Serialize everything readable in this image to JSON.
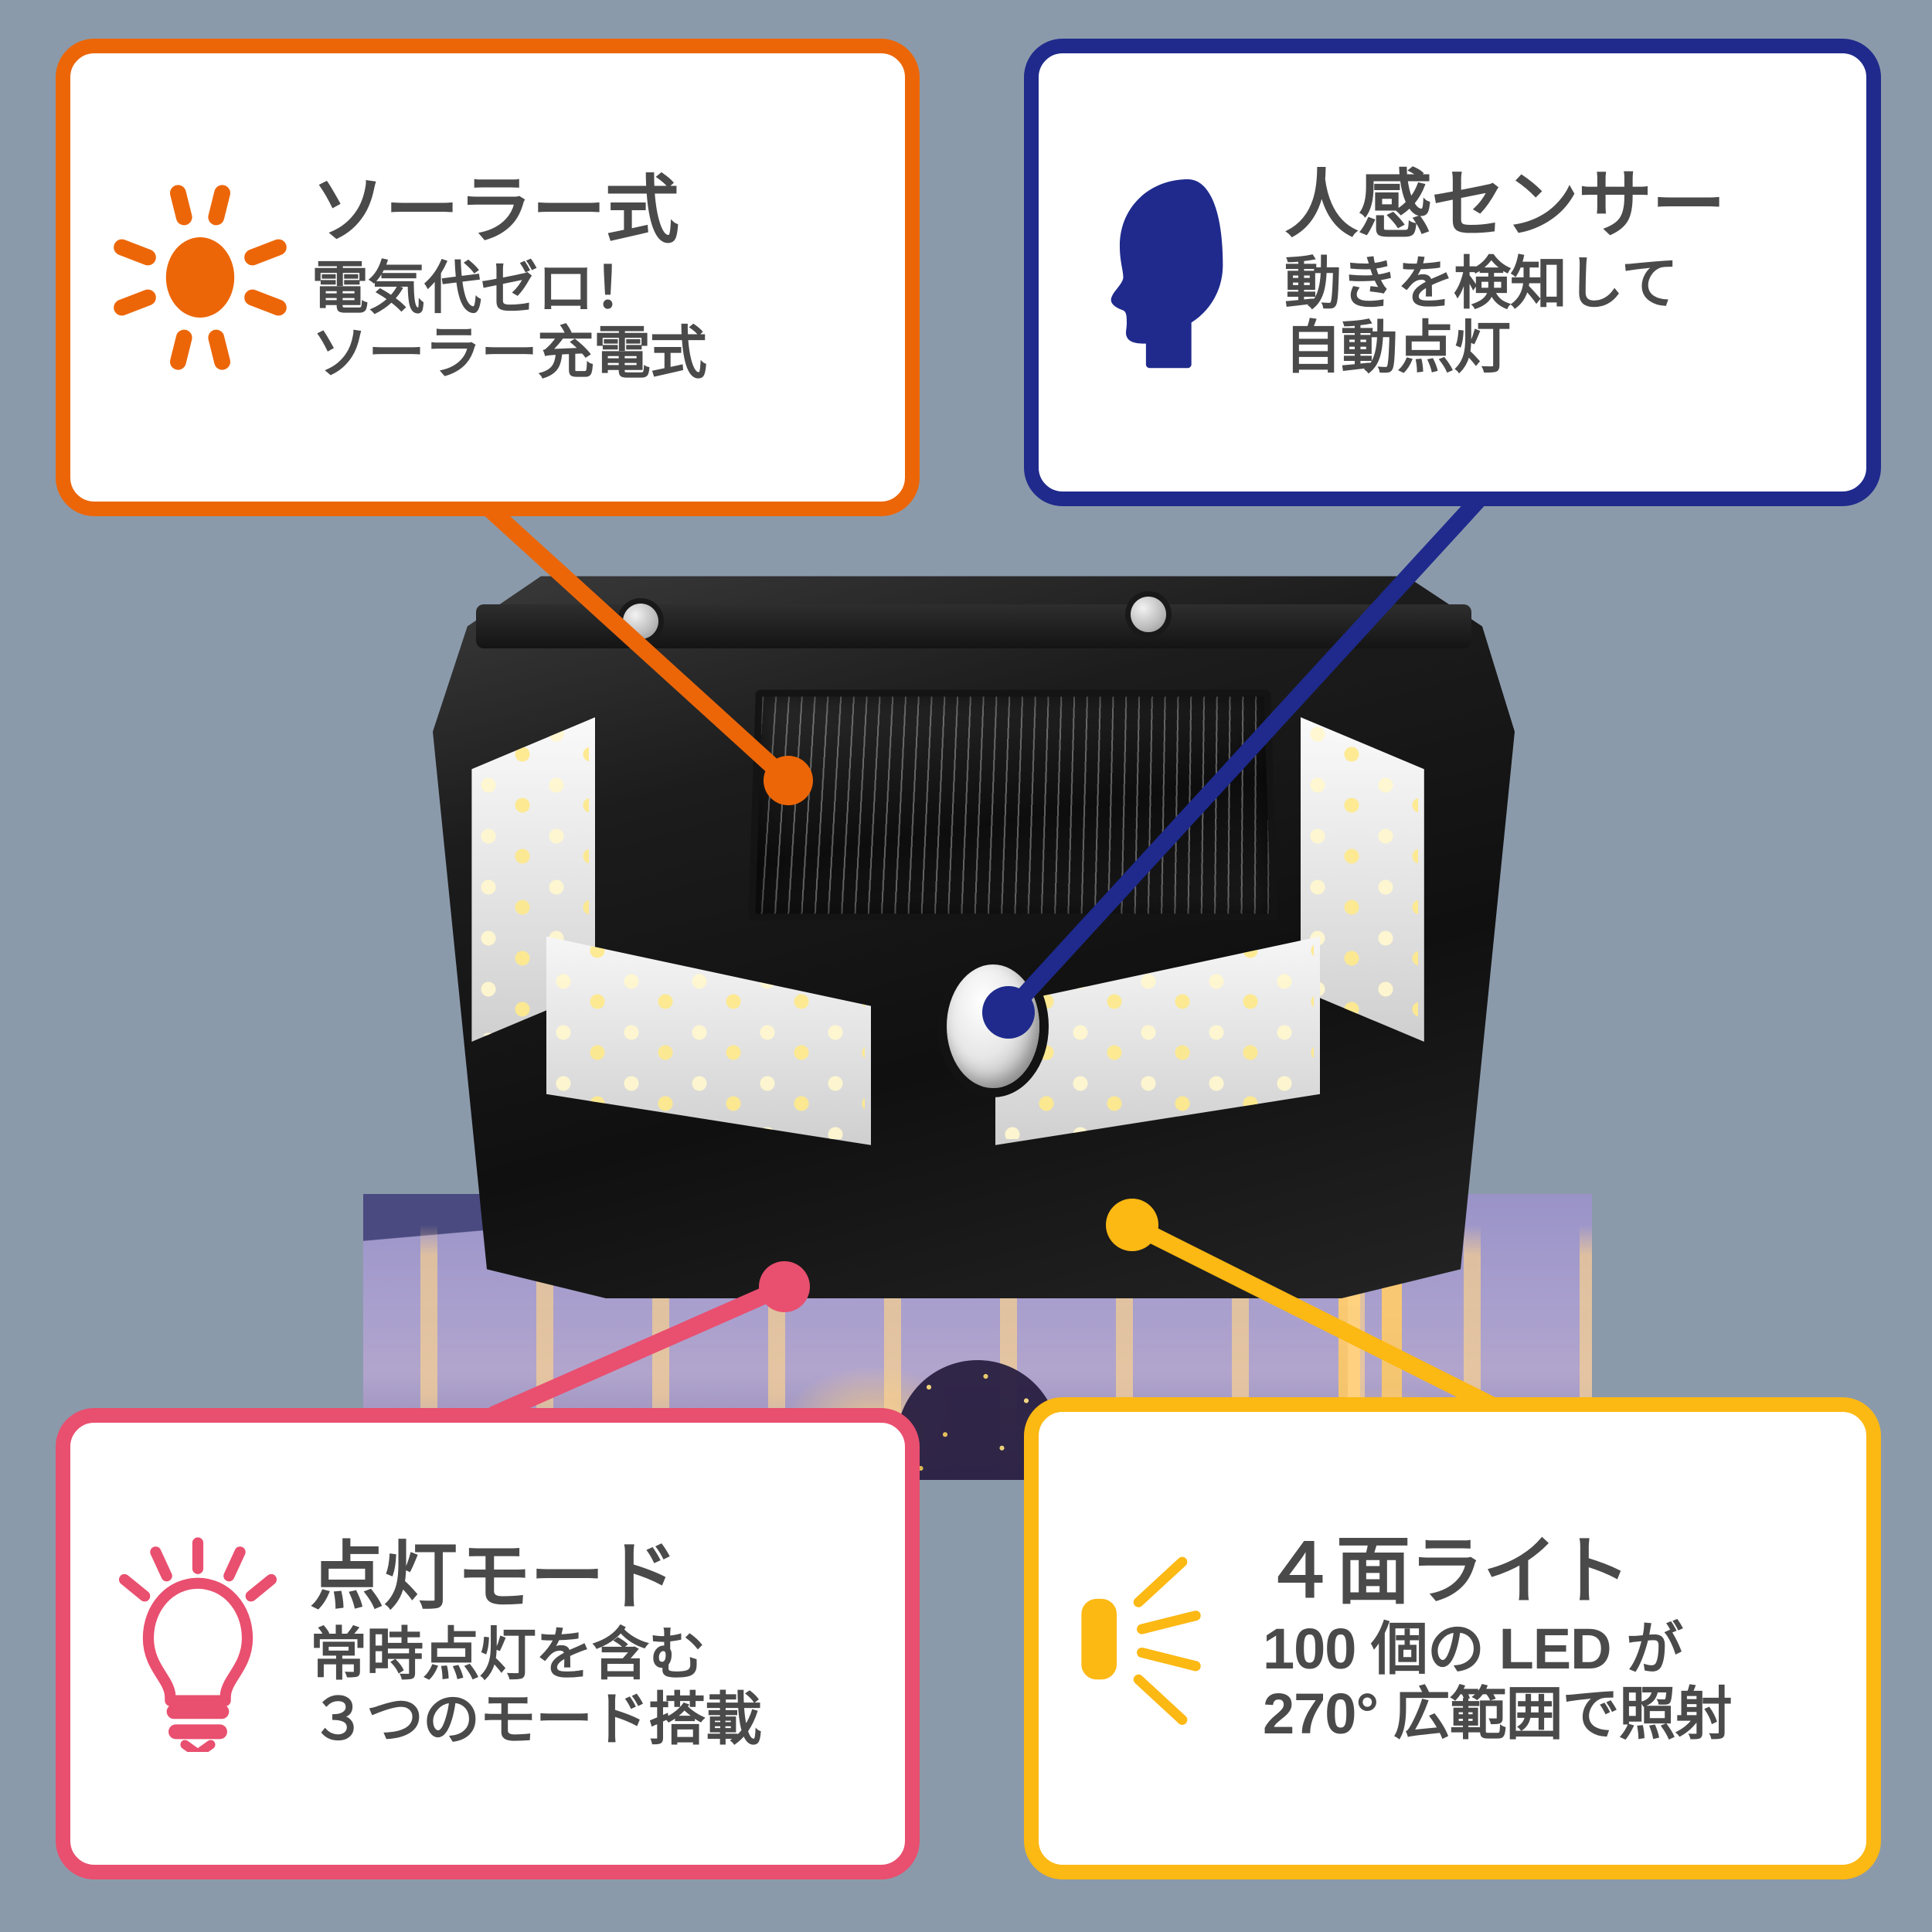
{
  "background_color": "#8b9aab",
  "product": {
    "name": "solar-motion-sensor-led-wall-light",
    "parts": {
      "solar_panel": "solar-panel",
      "motion_sensor": "pir-sensor-dome",
      "led_panel_left": "led-panel-left",
      "led_panel_right": "led-panel-right",
      "led_panel_bottom_left": "led-panel-bottom-left",
      "led_panel_bottom_right": "led-panel-bottom-right",
      "screws": "mounting-screw"
    },
    "backdrop": "night-house-exterior-photo"
  },
  "cards": [
    {
      "id": "solar",
      "position": "top-left",
      "color": "#ec6608",
      "icon": "sun-icon",
      "title": "ソーラー式",
      "sub1": "電気代ゼロ！",
      "sub2": "ソーラー充電式",
      "connector_target": "solar-panel"
    },
    {
      "id": "motion-sensor",
      "position": "top-right",
      "color": "#1f2a8c",
      "icon": "head-profile-icon",
      "title": "人感センサー",
      "sub1": "動きを検知して",
      "sub2": "自動点灯",
      "connector_target": "pir-sensor-dome"
    },
    {
      "id": "lighting-mode",
      "position": "bottom-left",
      "color": "#e94f6f",
      "icon": "light-bulb-icon",
      "title": "点灯モード",
      "sub1": "常時点灯を含む",
      "sub2": "３つのモード搭載",
      "connector_target": "led-panel-bottom-left"
    },
    {
      "id": "four-side-light",
      "position": "bottom-right",
      "color": "#fcb813",
      "icon": "light-beam-icon",
      "title": "４面ライト",
      "sub1": "100 個の LED が",
      "sub2": "270° 広範囲で照射",
      "connector_target": "led-panel-bottom-right"
    }
  ],
  "text_color": "#4a4a4a"
}
